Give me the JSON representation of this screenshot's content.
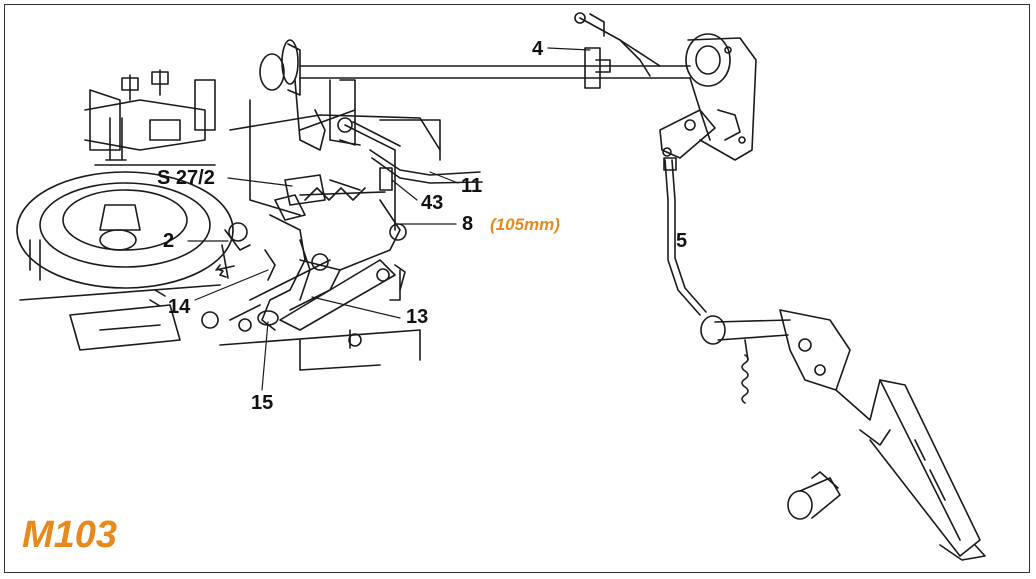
{
  "diagram": {
    "model_label": "M103",
    "callouts": {
      "c4": "4",
      "c5": "5",
      "c2": "2",
      "c8": "8",
      "c11": "11",
      "c13": "13",
      "c14": "14",
      "c15": "15",
      "c43": "43",
      "cS27": "S 27/2"
    },
    "note_8": "(105mm)",
    "colors": {
      "accent": "#e8891c",
      "line": "#1a1a1a"
    }
  }
}
